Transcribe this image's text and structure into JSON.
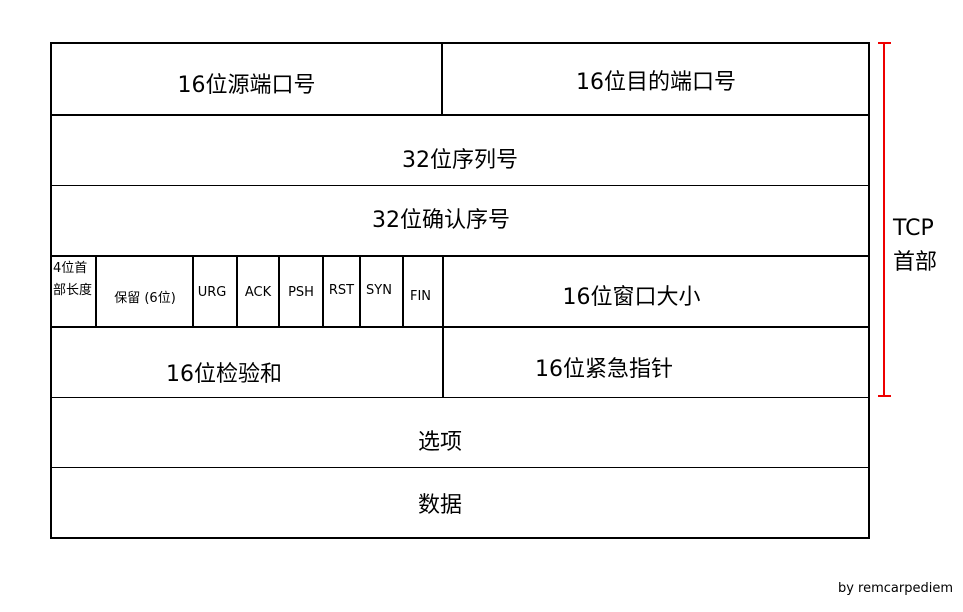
{
  "fields": {
    "src_port": "16位源端口号",
    "dst_port": "16位目的端口号",
    "seq": "32位序列号",
    "ack_num": "32位确认序号",
    "header_len": "4位首部长度",
    "reserved": "保留 (6位)",
    "urg": "URG",
    "ack": "ACK",
    "psh": "PSH",
    "rst": "RST",
    "syn": "SYN",
    "fin": "FIN",
    "window": "16位窗口大小",
    "checksum": "16位检验和",
    "urgent_ptr": "16位紧急指针",
    "options": "选项",
    "data": "数据"
  },
  "bracket": {
    "line1": "TCP",
    "line2": "首部",
    "color": "#e00000"
  },
  "credit": "by remcarpediem"
}
